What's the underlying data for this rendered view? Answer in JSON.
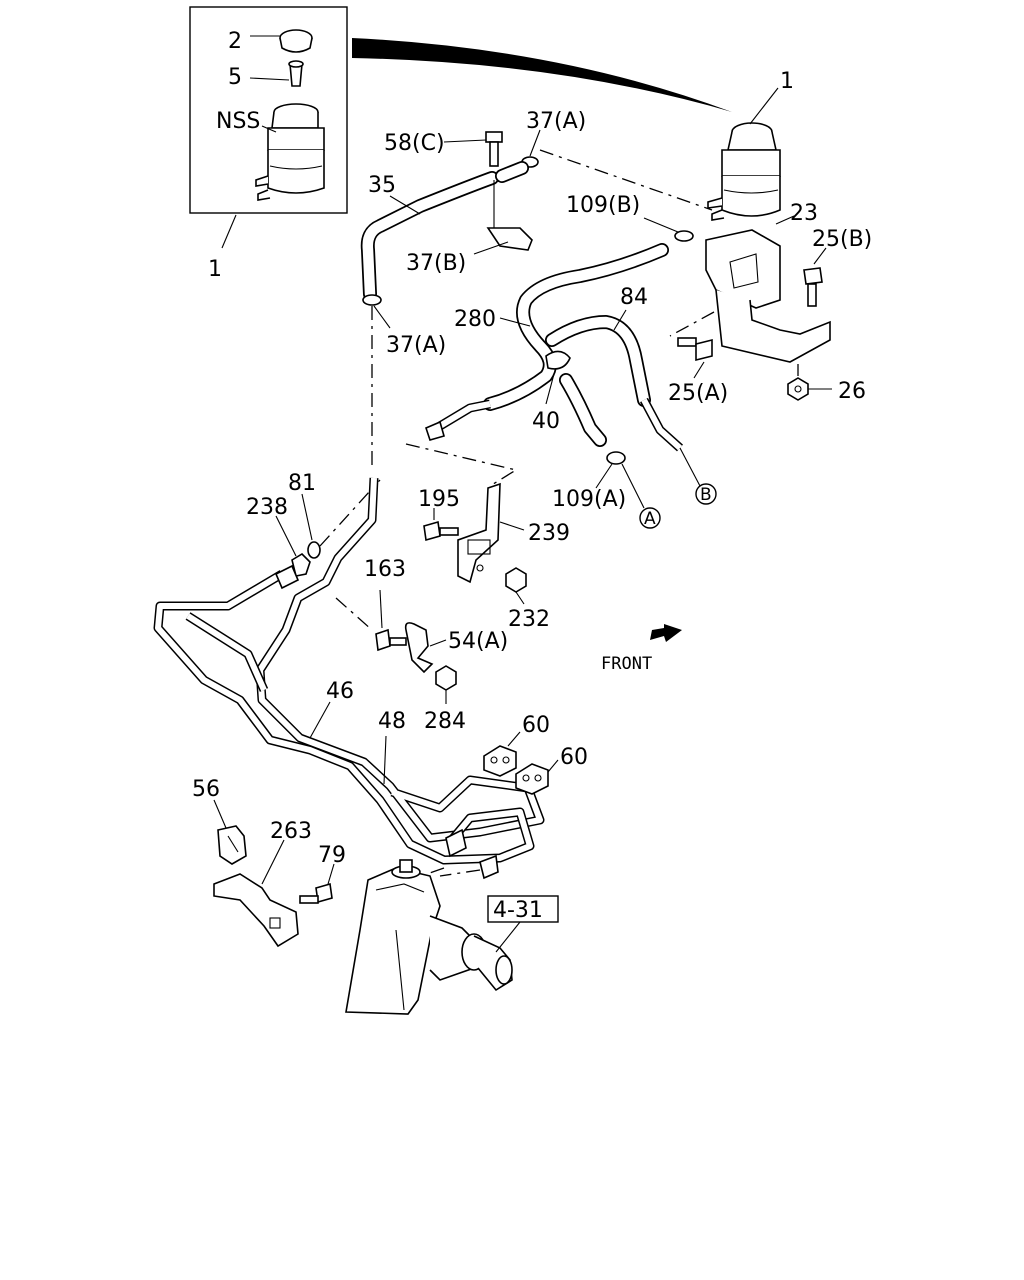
{
  "callouts": {
    "c2": "2",
    "c5": "5",
    "nss": "NSS",
    "c1_box": "1",
    "c1_top": "1",
    "c58c": "58(C)",
    "c37a_top": "37(A)",
    "c35": "35",
    "c37b": "37(B)",
    "c37a_mid": "37(A)",
    "c109b": "109(B)",
    "c23": "23",
    "c25b": "25(B)",
    "c280": "280",
    "c84": "84",
    "c25a": "25(A)",
    "c26": "26",
    "c40": "40",
    "c109a": "109(A)",
    "c81": "81",
    "c238": "238",
    "c195": "195",
    "c239": "239",
    "c163": "163",
    "c232": "232",
    "c54a": "54(A)",
    "c284": "284",
    "c46": "46",
    "c48": "48",
    "c60a": "60",
    "c60b": "60",
    "c56": "56",
    "c263": "263",
    "c79": "79",
    "ref431": "4-31",
    "front": "FRONT"
  },
  "markers": {
    "a": "A",
    "b": "B"
  }
}
